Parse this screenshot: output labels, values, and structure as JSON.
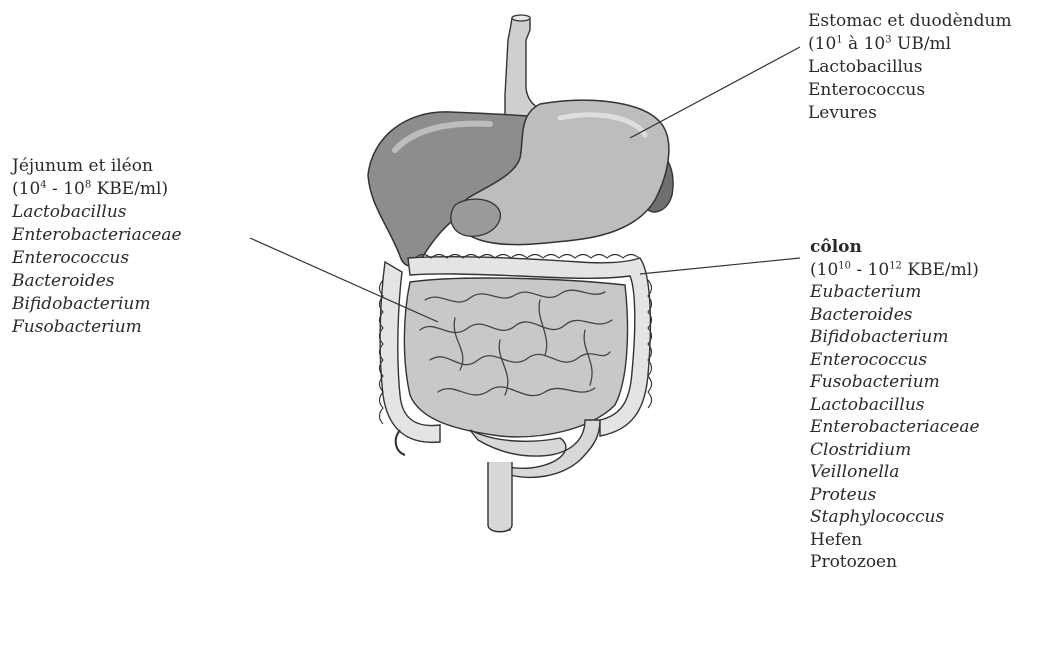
{
  "stomach": {
    "title": "Estomac et duodèndum",
    "conc_prefix": "(10",
    "conc_exp1": "1",
    "conc_mid": " à 10",
    "conc_exp2": "3",
    "conc_suffix": " UB/ml",
    "organisms": [
      "Lactobacillus",
      "Enterococcus",
      "Levures"
    ]
  },
  "jejunum": {
    "title": "Jéjunum et iléon",
    "conc_prefix": "(10",
    "conc_exp1": "4",
    "conc_mid": " - 10",
    "conc_exp2": "8",
    "conc_suffix": " KBE/ml)",
    "organisms": [
      "Lactobacillus",
      "Enterobacteriaceae",
      "Enterococcus",
      "Bacteroides",
      "Bifidobacterium",
      "Fusobacterium"
    ]
  },
  "colon": {
    "title": "côlon",
    "conc_prefix": "(10",
    "conc_exp1": "10",
    "conc_mid": " - 10",
    "conc_exp2": "12",
    "conc_suffix": " KBE/ml)",
    "organisms_italic": [
      "Eubacterium",
      "Bacteroides",
      "Bifidobacterium",
      "Enterococcus",
      "Fusobacterium",
      "Lactobacillus",
      "Enterobacteriaceae",
      "Clostridium",
      "Veillonella",
      "Proteus",
      "Staphylococcus"
    ],
    "organisms_regular": [
      "Hefen",
      "Protozoen"
    ]
  }
}
